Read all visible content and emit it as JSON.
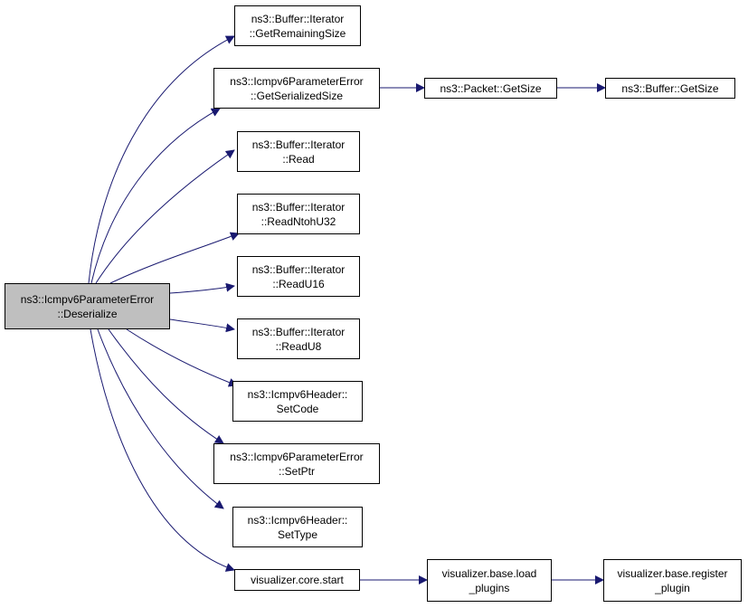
{
  "colors": {
    "edge": "#191970",
    "node_border": "#000000",
    "root_fill": "#bfbfbf",
    "node_fill": "#ffffff"
  },
  "nodes": {
    "root": {
      "line1": "ns3::Icmpv6ParameterError",
      "line2": "::Deserialize"
    },
    "get_remaining_size": {
      "line1": "ns3::Buffer::Iterator",
      "line2": "::GetRemainingSize"
    },
    "get_serialized_size": {
      "line1": "ns3::Icmpv6ParameterError",
      "line2": "::GetSerializedSize"
    },
    "packet_get_size": {
      "line1": "ns3::Packet::GetSize"
    },
    "buffer_get_size": {
      "line1": "ns3::Buffer::GetSize"
    },
    "read": {
      "line1": "ns3::Buffer::Iterator",
      "line2": "::Read"
    },
    "read_ntoh_u32": {
      "line1": "ns3::Buffer::Iterator",
      "line2": "::ReadNtohU32"
    },
    "read_u16": {
      "line1": "ns3::Buffer::Iterator",
      "line2": "::ReadU16"
    },
    "read_u8": {
      "line1": "ns3::Buffer::Iterator",
      "line2": "::ReadU8"
    },
    "set_code": {
      "line1": "ns3::Icmpv6Header::",
      "line2": "SetCode"
    },
    "set_ptr": {
      "line1": "ns3::Icmpv6ParameterError",
      "line2": "::SetPtr"
    },
    "set_type": {
      "line1": "ns3::Icmpv6Header::",
      "line2": "SetType"
    },
    "core_start": {
      "line1": "visualizer.core.start"
    },
    "load_plugins": {
      "line1": "visualizer.base.load",
      "line2": "_plugins"
    },
    "register_plugin": {
      "line1": "visualizer.base.register",
      "line2": "_plugin"
    }
  },
  "edges": [
    {
      "from": "root",
      "to": "get_remaining_size"
    },
    {
      "from": "root",
      "to": "get_serialized_size"
    },
    {
      "from": "root",
      "to": "read"
    },
    {
      "from": "root",
      "to": "read_ntoh_u32"
    },
    {
      "from": "root",
      "to": "read_u16"
    },
    {
      "from": "root",
      "to": "read_u8"
    },
    {
      "from": "root",
      "to": "set_code"
    },
    {
      "from": "root",
      "to": "set_ptr"
    },
    {
      "from": "root",
      "to": "set_type"
    },
    {
      "from": "root",
      "to": "core_start"
    },
    {
      "from": "get_serialized_size",
      "to": "packet_get_size"
    },
    {
      "from": "packet_get_size",
      "to": "buffer_get_size"
    },
    {
      "from": "core_start",
      "to": "load_plugins"
    },
    {
      "from": "load_plugins",
      "to": "register_plugin"
    }
  ]
}
